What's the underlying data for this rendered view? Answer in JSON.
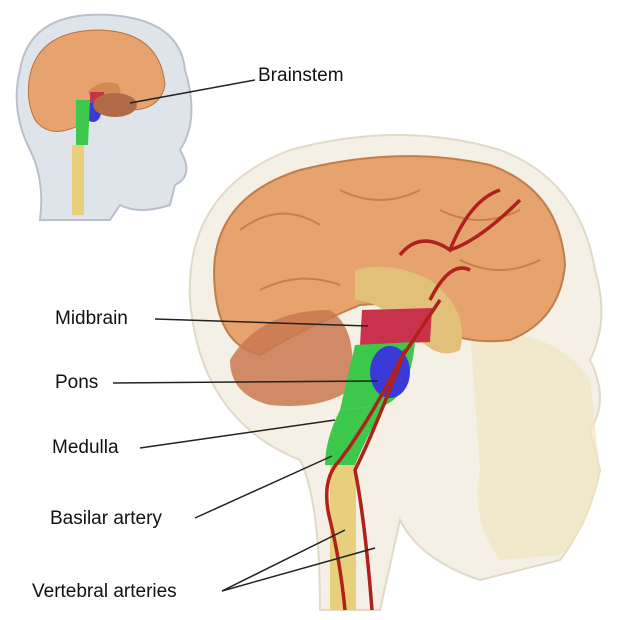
{
  "labels": {
    "brainstem": "Brainstem",
    "midbrain": "Midbrain",
    "pons": "Pons",
    "medulla": "Medulla",
    "basilar_artery": "Basilar artery",
    "vertebral_arteries": "Vertebral arteries"
  },
  "colors": {
    "brain": "#e6a36e",
    "midbrain": "#c8324a",
    "pons": "#3a3ad8",
    "medulla": "#3cc84a",
    "artery": "#b0201c",
    "spinal_cord": "#e8cf7c"
  }
}
